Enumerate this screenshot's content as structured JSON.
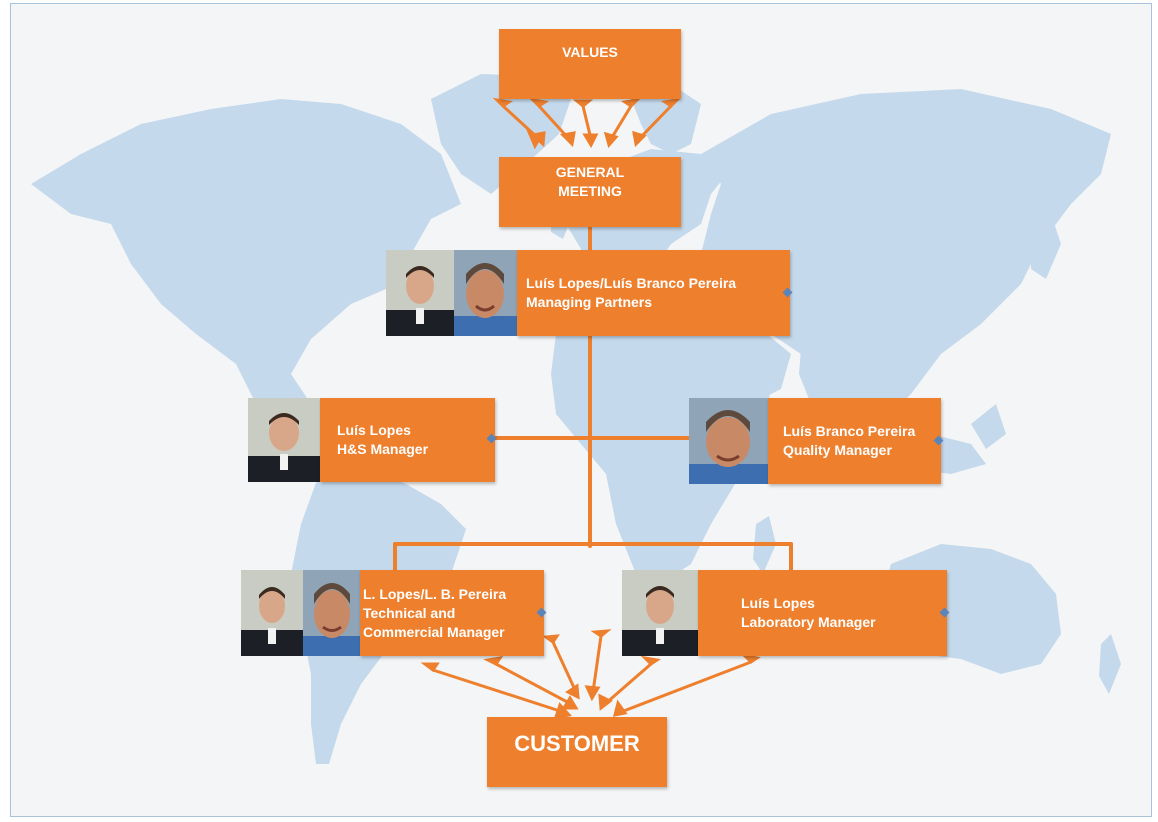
{
  "boxes": {
    "values": "VALUES",
    "general_meeting": "GENERAL\nMEETING",
    "managing_partners": "Luís Lopes/Luís Branco Pereira\nManaging Partners",
    "hs_manager": "Luís Lopes\nH&S Manager",
    "quality_manager": "Luís Branco Pereira\nQuality Manager",
    "technical_commercial": "L. Lopes/L. B. Pereira\nTechnical and\nCommercial Manager",
    "laboratory_manager": "Luís Lopes\nLaboratory Manager",
    "customer": "CUSTOMER"
  },
  "colors": {
    "box_fill": "#ee7f2d",
    "connector": "#ee7f2d",
    "map_land": "#c5d9ec",
    "background": "#f4f5f6"
  },
  "photos": {
    "person_a": "portrait-luis-lopes",
    "person_b": "portrait-luis-branco-pereira"
  }
}
